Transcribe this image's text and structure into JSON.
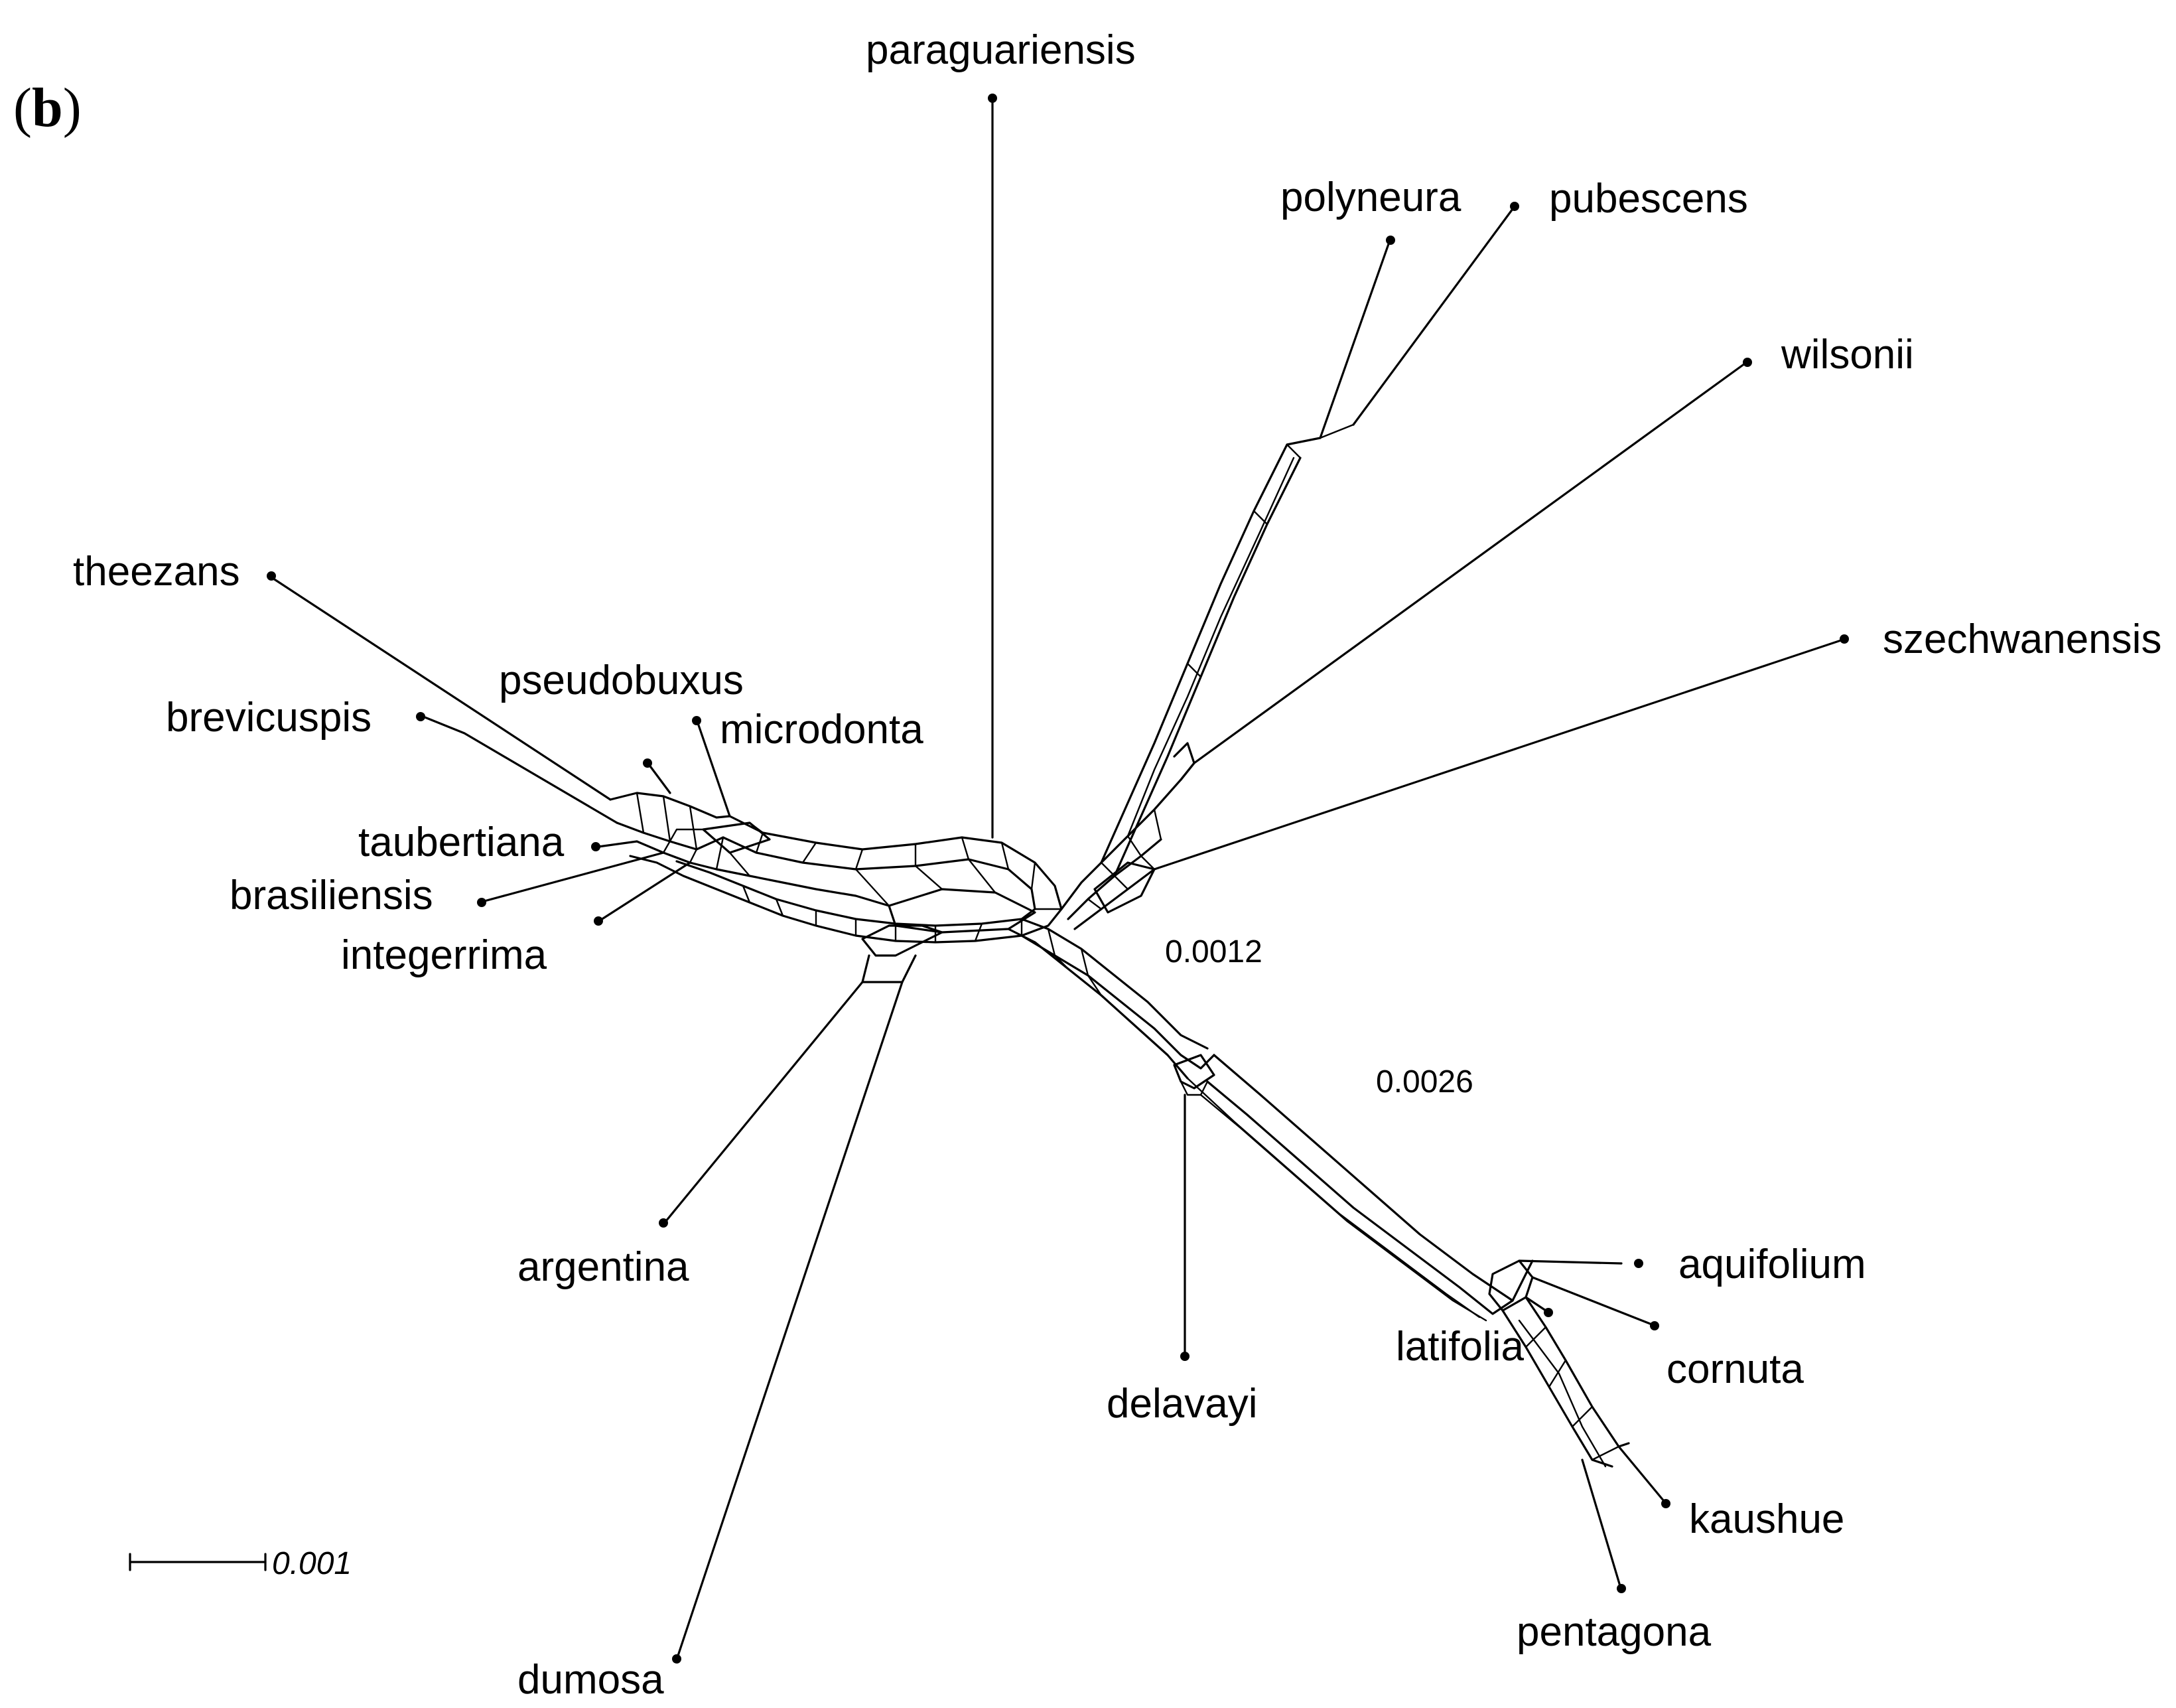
{
  "panel_label": {
    "open": "(",
    "letter": "b",
    "close": ")"
  },
  "taxa": {
    "paraguariensis": "paraguariensis",
    "polyneura": "polyneura",
    "pubescens": "pubescens",
    "wilsonii": "wilsonii",
    "szechwanensis": "szechwanensis",
    "theezans": "theezans",
    "pseudobuxus": "pseudobuxus",
    "brevicuspis": "brevicuspis",
    "microdonta": "microdonta",
    "taubertiana": "taubertiana",
    "brasiliensis": "brasiliensis",
    "integerrima": "integerrima",
    "argentina": "argentina",
    "dumosa": "dumosa",
    "delavayi": "delavayi",
    "aquifolium": "aquifolium",
    "latifolia": "latifolia",
    "cornuta": "cornuta",
    "kaushue": "kaushue",
    "pentagona": "pentagona"
  },
  "split_support": {
    "split_a": "0.0012",
    "split_b": "0.0026"
  },
  "scale_bar": {
    "label": "0.001"
  },
  "colors": {
    "line": "#000000",
    "background": "#ffffff"
  }
}
